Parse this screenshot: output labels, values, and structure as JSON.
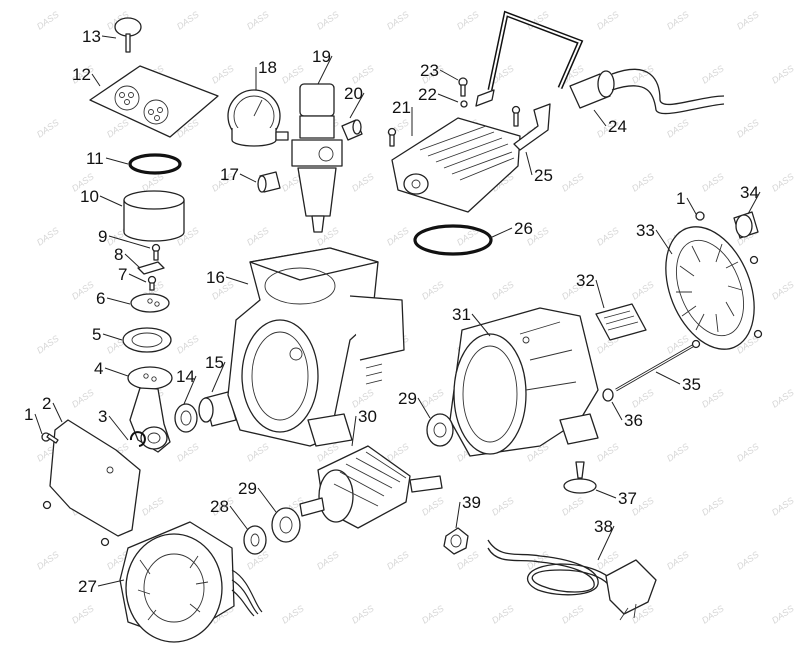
{
  "diagram": {
    "watermark_text": "DASS",
    "part_labels": [
      {
        "id": "1a",
        "text": "1"
      },
      {
        "id": "1b",
        "text": "1"
      },
      {
        "id": "2",
        "text": "2"
      },
      {
        "id": "3",
        "text": "3"
      },
      {
        "id": "4",
        "text": "4"
      },
      {
        "id": "5",
        "text": "5"
      },
      {
        "id": "6",
        "text": "6"
      },
      {
        "id": "7",
        "text": "7"
      },
      {
        "id": "8",
        "text": "8"
      },
      {
        "id": "9",
        "text": "9"
      },
      {
        "id": "10",
        "text": "10"
      },
      {
        "id": "11",
        "text": "11"
      },
      {
        "id": "12",
        "text": "12"
      },
      {
        "id": "13",
        "text": "13"
      },
      {
        "id": "14",
        "text": "14"
      },
      {
        "id": "15",
        "text": "15"
      },
      {
        "id": "16",
        "text": "16"
      },
      {
        "id": "17",
        "text": "17"
      },
      {
        "id": "18",
        "text": "18"
      },
      {
        "id": "19",
        "text": "19"
      },
      {
        "id": "20",
        "text": "20"
      },
      {
        "id": "21",
        "text": "21"
      },
      {
        "id": "22",
        "text": "22"
      },
      {
        "id": "23",
        "text": "23"
      },
      {
        "id": "24",
        "text": "24"
      },
      {
        "id": "25",
        "text": "25"
      },
      {
        "id": "26",
        "text": "26"
      },
      {
        "id": "27",
        "text": "27"
      },
      {
        "id": "28",
        "text": "28"
      },
      {
        "id": "29a",
        "text": "29"
      },
      {
        "id": "29b",
        "text": "29"
      },
      {
        "id": "30",
        "text": "30"
      },
      {
        "id": "31",
        "text": "31"
      },
      {
        "id": "32",
        "text": "32"
      },
      {
        "id": "33",
        "text": "33"
      },
      {
        "id": "34",
        "text": "34"
      },
      {
        "id": "35",
        "text": "35"
      },
      {
        "id": "36",
        "text": "36"
      },
      {
        "id": "37",
        "text": "37"
      },
      {
        "id": "38",
        "text": "38"
      },
      {
        "id": "39",
        "text": "39"
      }
    ]
  }
}
